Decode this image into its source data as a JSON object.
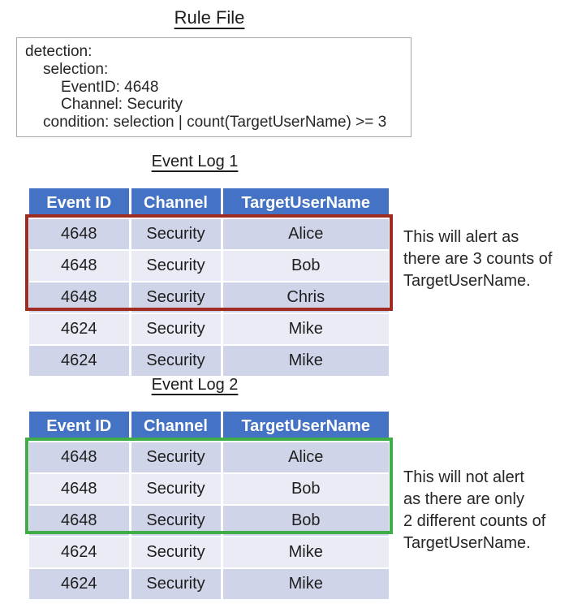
{
  "colors": {
    "table_header_bg": "#4472c4",
    "table_header_text": "#ffffff",
    "row_band_dark": "#cfd4e8",
    "row_band_light": "#e9ebf5",
    "alert_highlight_red": "#a02b20",
    "no_alert_highlight_green": "#3fae49"
  },
  "rule_file": {
    "title": "Rule File",
    "code_lines": [
      {
        "indent": 0,
        "text": "detection:"
      },
      {
        "indent": 1,
        "text": "selection:"
      },
      {
        "indent": 2,
        "text": "EventID: 4648"
      },
      {
        "indent": 2,
        "text": "Channel: Security"
      },
      {
        "indent": 1,
        "text": "condition: selection | count(TargetUserName) >= 3"
      }
    ]
  },
  "logs": [
    {
      "title": "Event Log 1",
      "columns": [
        "Event ID",
        "Channel",
        "TargetUserName"
      ],
      "rows": [
        [
          "4648",
          "Security",
          "Alice"
        ],
        [
          "4648",
          "Security",
          "Bob"
        ],
        [
          "4648",
          "Security",
          "Chris"
        ],
        [
          "4624",
          "Security",
          "Mike"
        ],
        [
          "4624",
          "Security",
          "Mike"
        ]
      ],
      "highlighted_rows": [
        1,
        2,
        3
      ],
      "highlight_color_name": "red",
      "annotation": "This will alert as\nthere are 3 counts of\nTargetUserName."
    },
    {
      "title": "Event Log 2",
      "columns": [
        "Event ID",
        "Channel",
        "TargetUserName"
      ],
      "rows": [
        [
          "4648",
          "Security",
          "Alice"
        ],
        [
          "4648",
          "Security",
          "Bob"
        ],
        [
          "4648",
          "Security",
          "Bob"
        ],
        [
          "4624",
          "Security",
          "Mike"
        ],
        [
          "4624",
          "Security",
          "Mike"
        ]
      ],
      "highlighted_rows": [
        1,
        2,
        3
      ],
      "highlight_color_name": "green",
      "annotation": "This will not alert\nas there are only\n2 different counts of\nTargetUserName."
    }
  ]
}
